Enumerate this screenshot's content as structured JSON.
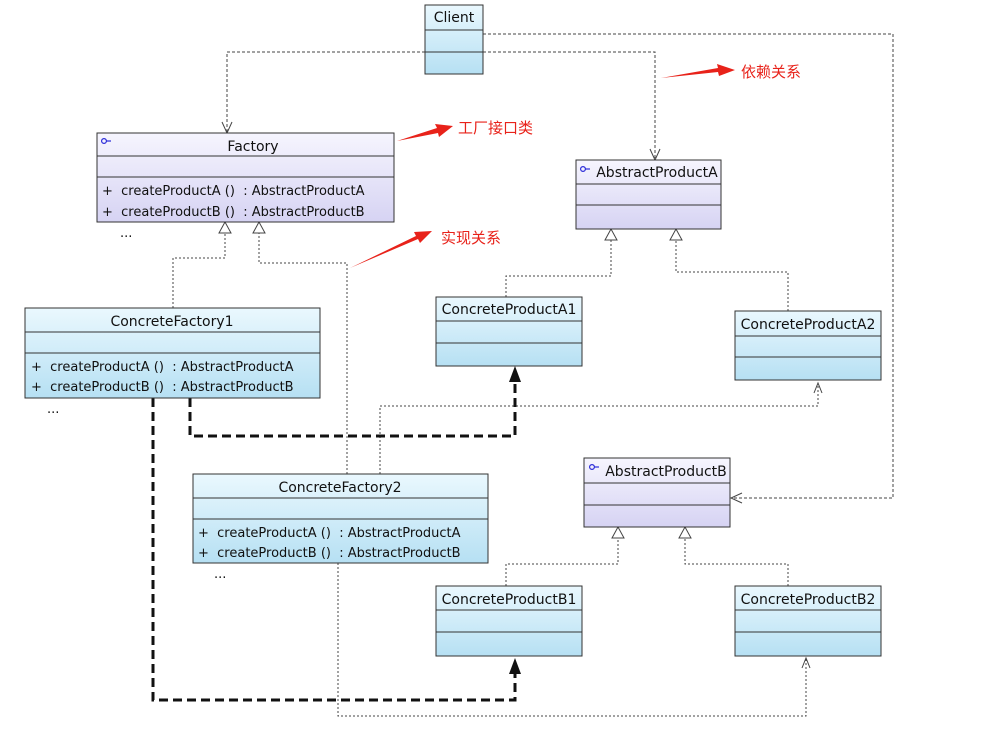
{
  "classes": {
    "client": {
      "name": "Client"
    },
    "factory": {
      "name": "Factory",
      "ops": [
        "+  createProductA ()  : AbstractProductA",
        "+  createProductB ()  : AbstractProductB"
      ],
      "more": "..."
    },
    "abstract_product_a": {
      "name": "AbstractProductA"
    },
    "concrete_factory1": {
      "name": "ConcreteFactory1",
      "ops": [
        "+  createProductA ()  : AbstractProductA",
        "+  createProductB ()  : AbstractProductB"
      ],
      "more": "..."
    },
    "concrete_product_a1": {
      "name": "ConcreteProductA1"
    },
    "concrete_product_a2": {
      "name": "ConcreteProductA2"
    },
    "concrete_factory2": {
      "name": "ConcreteFactory2",
      "ops": [
        "+  createProductA ()  : AbstractProductA",
        "+  createProductB ()  : AbstractProductB"
      ],
      "more": "..."
    },
    "abstract_product_b": {
      "name": "AbstractProductB"
    },
    "concrete_product_b1": {
      "name": "ConcreteProductB1"
    },
    "concrete_product_b2": {
      "name": "ConcreteProductB2"
    }
  },
  "annotations": {
    "dependency": "依赖关系",
    "factory_interface": "工厂接口类",
    "realization": "实现关系"
  },
  "colors": {
    "class_fill_abstract": "#e2e0f8",
    "class_fill_concrete": "#c8e8f6",
    "annotation_red": "#e8221a"
  }
}
